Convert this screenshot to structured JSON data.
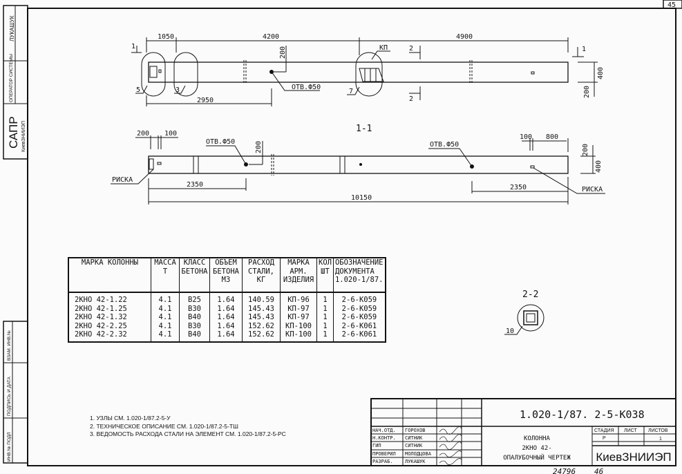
{
  "sheet_corner_number": "45",
  "left_strip": {
    "sapr": "САПР",
    "sapr_org": "КиевЗНИИЭП",
    "operator_label": "ОПЕРАТОР СИСТЕМЫ",
    "operator_name": "ЛУКАШУК",
    "stamp_labels": [
      "ИНВ.№ ПОДЛ",
      "ПОДПИСЬ И ДАТА",
      "ВЗАМ. ИНВ.№"
    ]
  },
  "top_view": {
    "dims": [
      "1050",
      "4200",
      "4900",
      "2950",
      "200",
      "400",
      "200"
    ],
    "section_marks": [
      "1",
      "1",
      "2",
      "2"
    ],
    "callouts": [
      "5",
      "3",
      "7",
      "КП"
    ],
    "hole_label": "ОТВ.Ф50"
  },
  "section_1_1": {
    "title": "1-1",
    "dims": [
      "200",
      "100",
      "200",
      "100",
      "800",
      "200",
      "400",
      "2350",
      "2350",
      "10150"
    ],
    "hole_labels": [
      "ОТВ.Ф50",
      "ОТВ.Ф50"
    ],
    "mark_labels": [
      "РИСКА",
      "РИСКА"
    ]
  },
  "section_2_2": {
    "title": "2-2",
    "callout": "10"
  },
  "spec_table": {
    "headers": [
      "МАРКА КОЛОННЫ",
      "МАССА Т",
      "КЛАСС БЕТОНА",
      "ОБЪЕМ БЕТОНА М3",
      "РАСХОД СТАЛИ, КГ",
      "МАРКА АРМ. ИЗДЕЛИЯ",
      "КОЛ ШТ",
      "ОБОЗНАЧЕНИЕ ДОКУМЕНТА 1.020-1/87."
    ],
    "rows": [
      [
        "2КНО 42-1.22",
        "4.1",
        "B25",
        "1.64",
        "140.59",
        "КП-96",
        "1",
        "2-6-К059"
      ],
      [
        "2КНО 42-1.25",
        "4.1",
        "B30",
        "1.64",
        "145.43",
        "КП-97",
        "1",
        "2-6-К059"
      ],
      [
        "2КНО 42-1.32",
        "4.1",
        "B40",
        "1.64",
        "145.43",
        "КП-97",
        "1",
        "2-6-К059"
      ],
      [
        "2КНО 42-2.25",
        "4.1",
        "B30",
        "1.64",
        "152.62",
        "КП-100",
        "1",
        "2-6-К061"
      ],
      [
        "2КНО 42-2.32",
        "4.1",
        "B40",
        "1.64",
        "152.62",
        "КП-100",
        "1",
        "2-6-К061"
      ]
    ]
  },
  "notes": [
    "1. УЗЛЫ СМ. 1.020-1/87.2-5-У",
    "2. ТЕХНИЧЕСКОЕ ОПИСАНИЕ СМ. 1.020-1/87.2-5-ТШ",
    "3. ВЕДОМОСТЬ РАСХОДА СТАЛИ НА ЭЛЕМЕНТ СМ. 1.020-1/87.2-5-РС"
  ],
  "title_block": {
    "doc_number": "1.020-1/87. 2-5-К038",
    "roles": [
      {
        "role": "НАЧ.ОТД.",
        "name": "ГОРОХОВ"
      },
      {
        "role": "Н.КОНТР.",
        "name": "СИТНИК"
      },
      {
        "role": "ГИП",
        "name": "СИТНИК"
      },
      {
        "role": "ПРОВЕРИЛ",
        "name": "МОЛОДЦОВА"
      },
      {
        "role": "РАЗРАБ.",
        "name": "ЛУКАШУК"
      }
    ],
    "title_lines": [
      "КОЛОННА",
      "2КНО 42-",
      "ОПАЛУБОЧНЫЙ ЧЕРТЕЖ"
    ],
    "stage_label": "СТАДИЯ",
    "sheet_label": "ЛИСТ",
    "sheets_label": "ЛИСТОВ",
    "stage": "Р",
    "sheets": "1",
    "org": "КиевЗНИИЭП"
  },
  "footer_numbers": [
    "24796",
    "46"
  ]
}
